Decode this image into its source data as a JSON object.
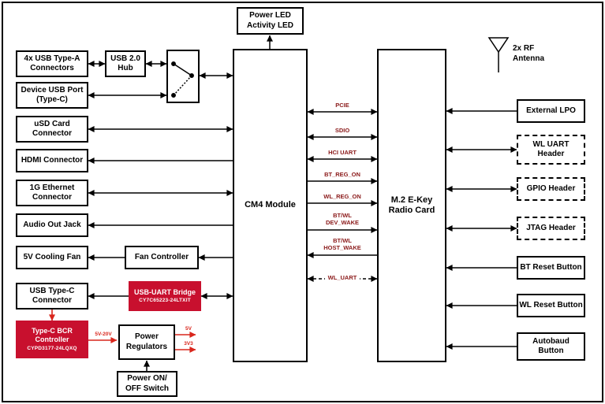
{
  "colors": {
    "red_box": "#C8102E",
    "signal_text": "#8B1A1A",
    "power_red": "#D9261C"
  },
  "led_box": {
    "label": "Power LED\nActivity LED"
  },
  "left": {
    "usb_a": "4x USB Type-A\nConnectors",
    "device_usb": "Device USB Port\n(Type-C)",
    "usd": "uSD Card\nConnector",
    "hdmi": "HDMI Connector",
    "eth": "1G Ethernet\nConnector",
    "audio": "Audio Out Jack",
    "fan": "5V Cooling Fan",
    "usbc": "USB Type-C\nConnector",
    "bcr_title": "Type-C BCR\nController",
    "bcr_part": "CYPD3177-24LQXQ"
  },
  "mid": {
    "usb_hub": "USB 2.0\nHub",
    "fan_controller": "Fan Controller",
    "usb_uart_title": "USB-UART Bridge",
    "usb_uart_part": "CY7C65223-24LTXIT",
    "power_regulators": "Power\nRegulators",
    "power_switch": "Power ON/\nOFF Switch"
  },
  "cm4": "CM4 Module",
  "m2": "M.2 E-Key\nRadio Card",
  "signals": {
    "pcie": "PCIE",
    "sdio": "SDIO",
    "hci_uart": "HCI UART",
    "bt_reg_on": "BT_REG_ON",
    "wl_reg_on": "WL_REG_ON",
    "dev_wake": "BT/WL\nDEV_WAKE",
    "host_wake": "BT/WL\nHOST_WAKE",
    "wl_uart": "WL_UART"
  },
  "right": {
    "lpo": "External LPO",
    "wl_uart_header": "WL UART\nHeader",
    "gpio_header": "GPIO Header",
    "jtag_header": "JTAG Header",
    "bt_reset": "BT Reset Button",
    "wl_reset": "WL Reset Button",
    "autobaud": "Autobaud\nButton"
  },
  "antenna": "2x RF\nAntenna",
  "power": {
    "vin": "5V-20V",
    "v5": "5V",
    "v3": "3V3"
  }
}
